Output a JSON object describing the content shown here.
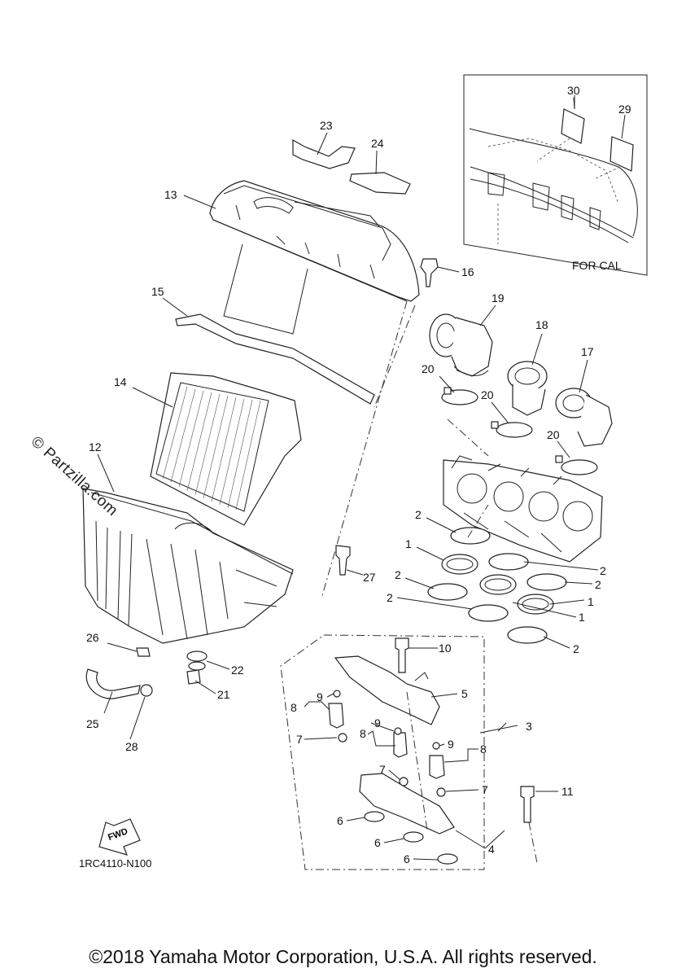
{
  "diagram": {
    "ref_code": "1RC4110-N100",
    "inset_label": "FOR CAL",
    "fwd_label": "FWD",
    "watermark": "© Partzilla.com",
    "copyright": "©2018 Yamaha Motor Corporation, U.S.A. All rights reserved."
  },
  "callouts": [
    "30",
    "29",
    "23",
    "24",
    "13",
    "16",
    "19",
    "15",
    "18",
    "17",
    "20",
    "20",
    "20",
    "14",
    "12",
    "2",
    "1",
    "2",
    "2",
    "27",
    "2",
    "2",
    "1",
    "1",
    "2",
    "10",
    "26",
    "22",
    "5",
    "3",
    "21",
    "8",
    "9",
    "9",
    "8",
    "9",
    "8",
    "25",
    "28",
    "7",
    "7",
    "7",
    "11",
    "6",
    "4",
    "6",
    "6"
  ]
}
